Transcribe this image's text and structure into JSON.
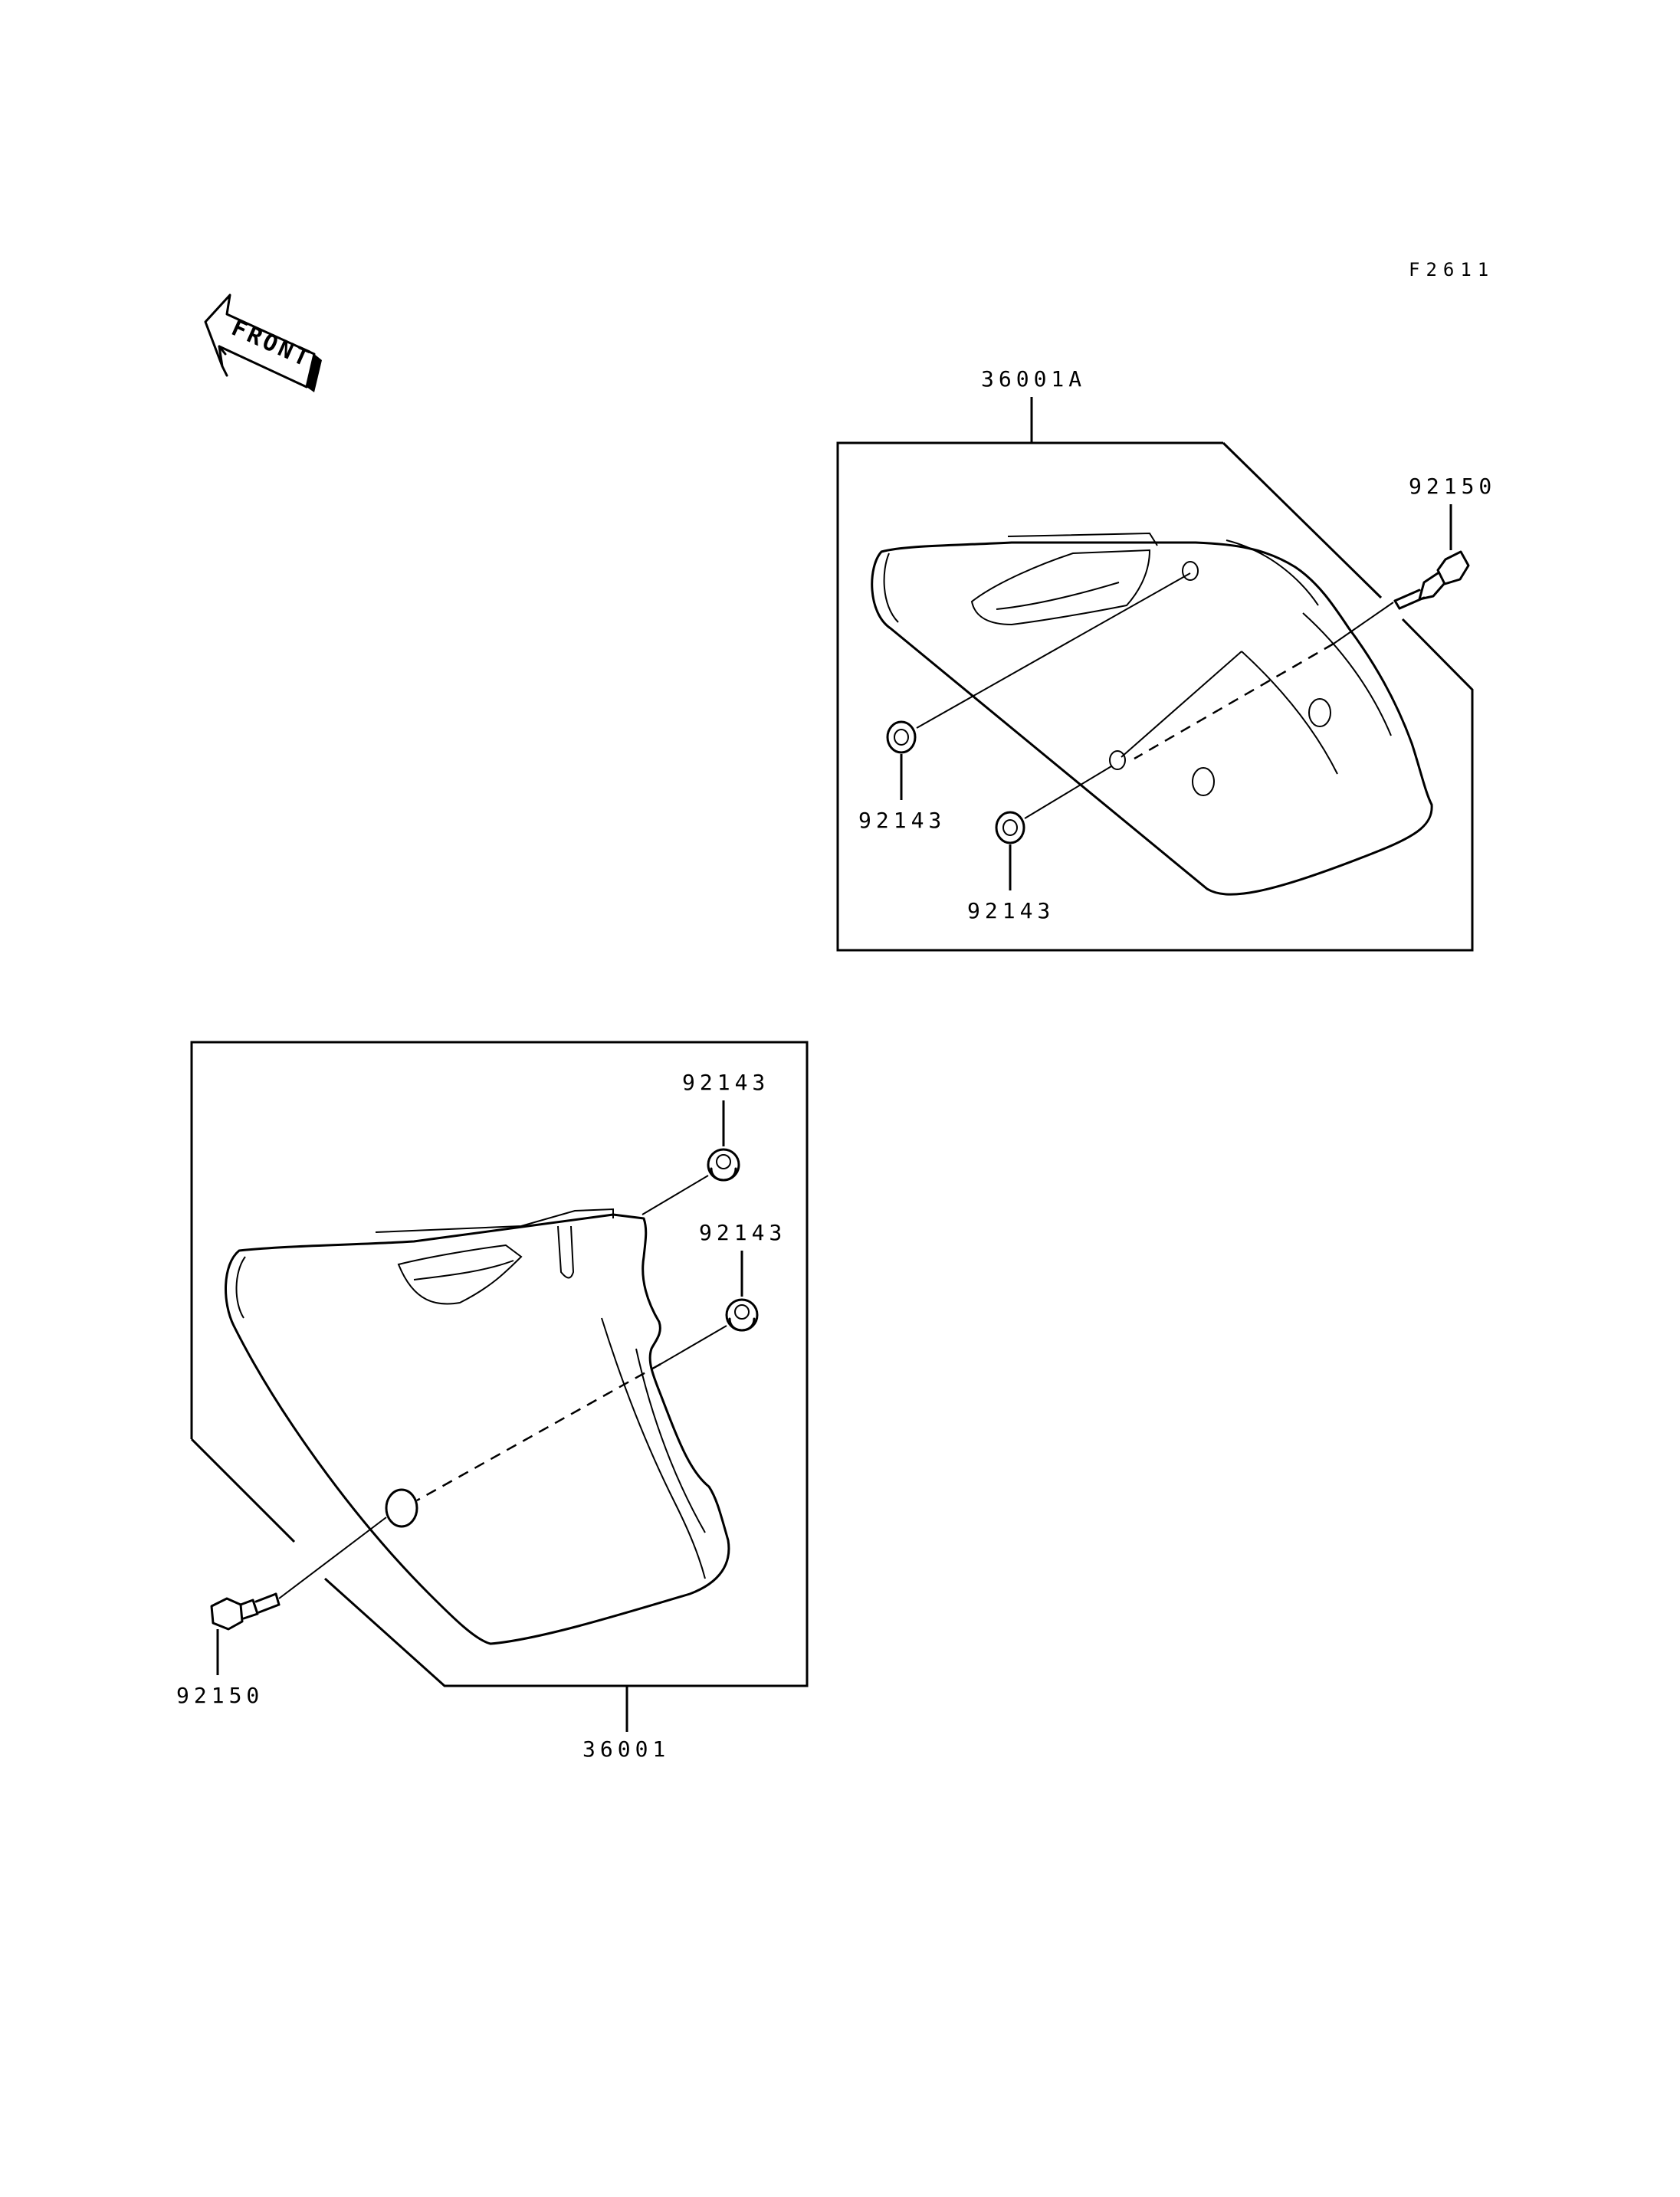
{
  "diagram_code": "F2611",
  "front_arrow_label": "FRONT",
  "parts": {
    "right_cover": "36001A",
    "right_bolt": "92150",
    "right_grommet_upper": "92143",
    "right_grommet_lower": "92143",
    "left_cover": "36001",
    "left_bolt": "92150",
    "left_grommet_upper": "92143",
    "left_grommet_lower": "92143"
  }
}
